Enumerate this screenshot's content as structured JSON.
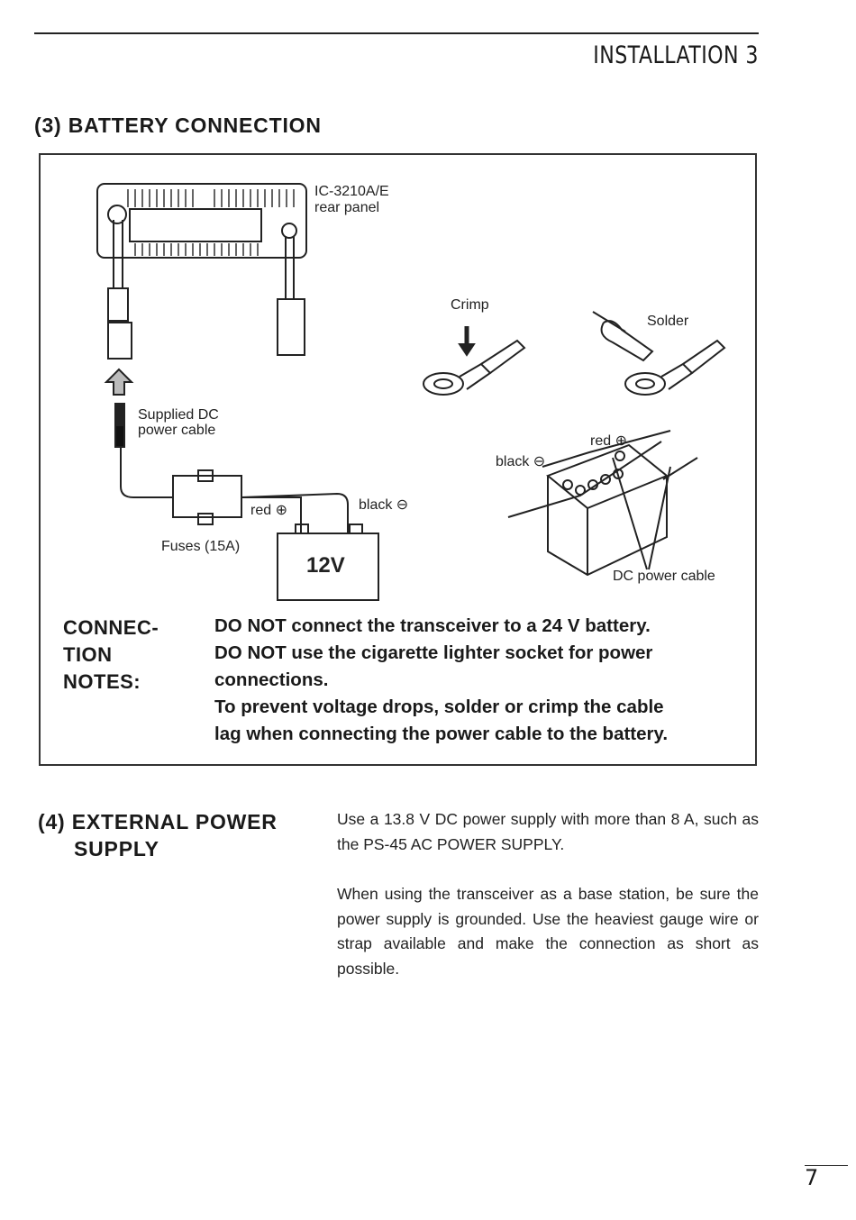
{
  "header": {
    "title": "INSTALLATION 3"
  },
  "section3": {
    "heading": "(3) BATTERY CONNECTION",
    "diagram": {
      "rig_label_line1": "IC-3210A/E",
      "rig_label_line2": "rear panel",
      "cable_label_line1": "Supplied DC",
      "cable_label_line2": "power cable",
      "fuse_label": "Fuses (15A)",
      "red_label": "red ⊕",
      "black_label": "black ⊖",
      "battery_label": "12V",
      "crimp_label": "Crimp",
      "solder_label": "Solder",
      "battery2_red_label": "red ⊕",
      "battery2_black_label": "black ⊖",
      "dc_cable_label": "DC power cable"
    },
    "notes": {
      "heading": [
        "CONNEC-",
        "TION",
        "NOTES:"
      ],
      "lines": [
        "DO NOT connect the transceiver to a 24 V battery.",
        "DO NOT use the cigarette lighter socket for power",
        "connections.",
        "To prevent voltage drops, solder or crimp the cable",
        "lag when connecting the power cable to the battery."
      ]
    }
  },
  "section4": {
    "heading_line1": "(4) EXTERNAL POWER",
    "heading_line2": "SUPPLY",
    "paragraph1": "Use a 13.8 V DC power supply with more than 8 A, such as the PS-45 AC POWER SUPPLY.",
    "paragraph2": "When using the transceiver as a base station, be sure the power supply is grounded. Use the heaviest gauge wire or strap available and make the connection as short as possible."
  },
  "page_number": "7"
}
